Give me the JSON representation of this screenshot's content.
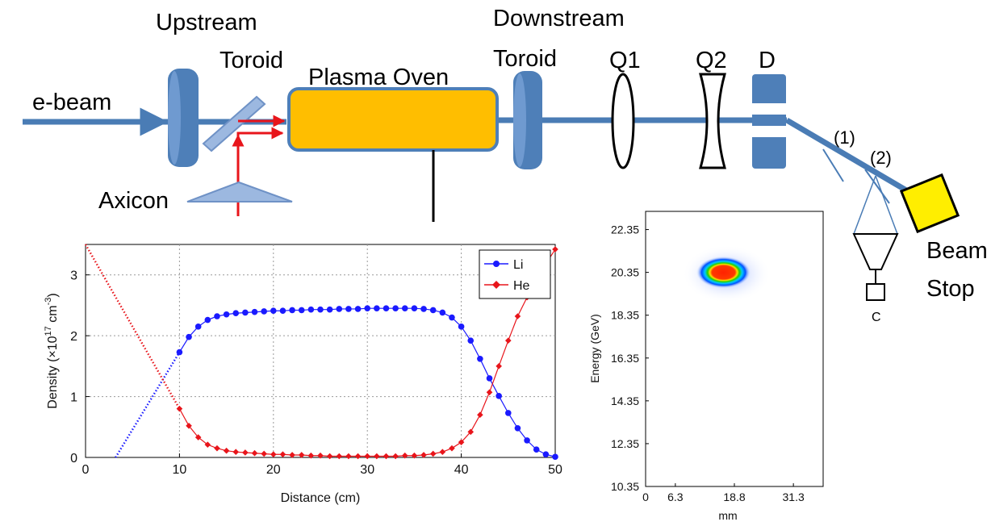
{
  "diagram": {
    "labels": {
      "upstream_toroid_line1": "Upstream",
      "upstream_toroid_line2": "Toroid",
      "downstream_toroid_line1": "Downstream",
      "downstream_toroid_line2": "Toroid",
      "ebeam": "e-beam",
      "plasma_oven": "Plasma Oven",
      "axicon": "Axicon",
      "q1": "Q1",
      "q2": "Q2",
      "d": "D",
      "marker1": "(1)",
      "marker2": "(2)",
      "beam_stop_line1": "Beam",
      "beam_stop_line2": "Stop",
      "camera": "C"
    },
    "colors": {
      "beam": "#4a7cb5",
      "component": "#4e7fb8",
      "laser": "#e8151b",
      "oven": "#ffbe00",
      "beam_stop": "#ffee00"
    }
  },
  "chart_data": [
    {
      "type": "line",
      "xlabel": "Distance (cm)",
      "ylabel": "Density (×10",
      "ylabel_exp": "17",
      "ylabel_unit": " cm",
      "ylabel_unit_exp": "-3",
      "ylabel_end": ")",
      "xlim": [
        0,
        50
      ],
      "ylim": [
        0,
        3.5
      ],
      "xticks": [
        "0",
        "10",
        "20",
        "30",
        "40",
        "50"
      ],
      "yticks": [
        "0",
        "1",
        "2",
        "3"
      ],
      "grid": true,
      "legend_placement": "top-right",
      "x": [
        10,
        11,
        12,
        13,
        14,
        15,
        16,
        17,
        18,
        19,
        20,
        21,
        22,
        23,
        24,
        25,
        26,
        27,
        28,
        29,
        30,
        31,
        32,
        33,
        34,
        35,
        36,
        37,
        38,
        39,
        40,
        41,
        42,
        43,
        44,
        45,
        46,
        47,
        48,
        49,
        50
      ],
      "series": [
        {
          "name": "Li",
          "color": "#1a1aff",
          "values": [
            1.73,
            1.98,
            2.15,
            2.26,
            2.32,
            2.35,
            2.37,
            2.38,
            2.39,
            2.4,
            2.41,
            2.41,
            2.42,
            2.42,
            2.43,
            2.43,
            2.43,
            2.44,
            2.44,
            2.44,
            2.45,
            2.45,
            2.45,
            2.45,
            2.45,
            2.45,
            2.44,
            2.42,
            2.38,
            2.3,
            2.15,
            1.92,
            1.62,
            1.3,
            1.01,
            0.73,
            0.48,
            0.28,
            0.13,
            0.05,
            0.01
          ]
        },
        {
          "name": "He",
          "color": "#e8151b",
          "values": [
            0.8,
            0.52,
            0.33,
            0.21,
            0.15,
            0.11,
            0.09,
            0.08,
            0.07,
            0.06,
            0.05,
            0.05,
            0.04,
            0.04,
            0.03,
            0.03,
            0.02,
            0.02,
            0.02,
            0.02,
            0.02,
            0.02,
            0.02,
            0.02,
            0.03,
            0.03,
            0.04,
            0.06,
            0.09,
            0.15,
            0.25,
            0.42,
            0.7,
            1.07,
            1.5,
            1.92,
            2.32,
            2.63,
            2.92,
            3.18,
            3.42
          ]
        }
      ],
      "extrapolation": {
        "Li": {
          "x": [
            3.2,
            10
          ],
          "values": [
            0,
            1.73
          ]
        },
        "He": {
          "x": [
            0,
            10
          ],
          "values": [
            3.5,
            0.8
          ]
        }
      }
    },
    {
      "type": "heatmap",
      "xlabel": "mm",
      "ylabel": "Energy (GeV)",
      "xlim": [
        0,
        37.6
      ],
      "ylim": [
        10.35,
        23.2
      ],
      "xticks": [
        "0",
        "6.3",
        "18.8",
        "31.3"
      ],
      "yticks": [
        "10.35",
        "12.35",
        "14.35",
        "16.35",
        "18.35",
        "20.35",
        "22.35"
      ],
      "spot": {
        "x_mm": 16.5,
        "energy_gev": 20.35
      }
    }
  ]
}
